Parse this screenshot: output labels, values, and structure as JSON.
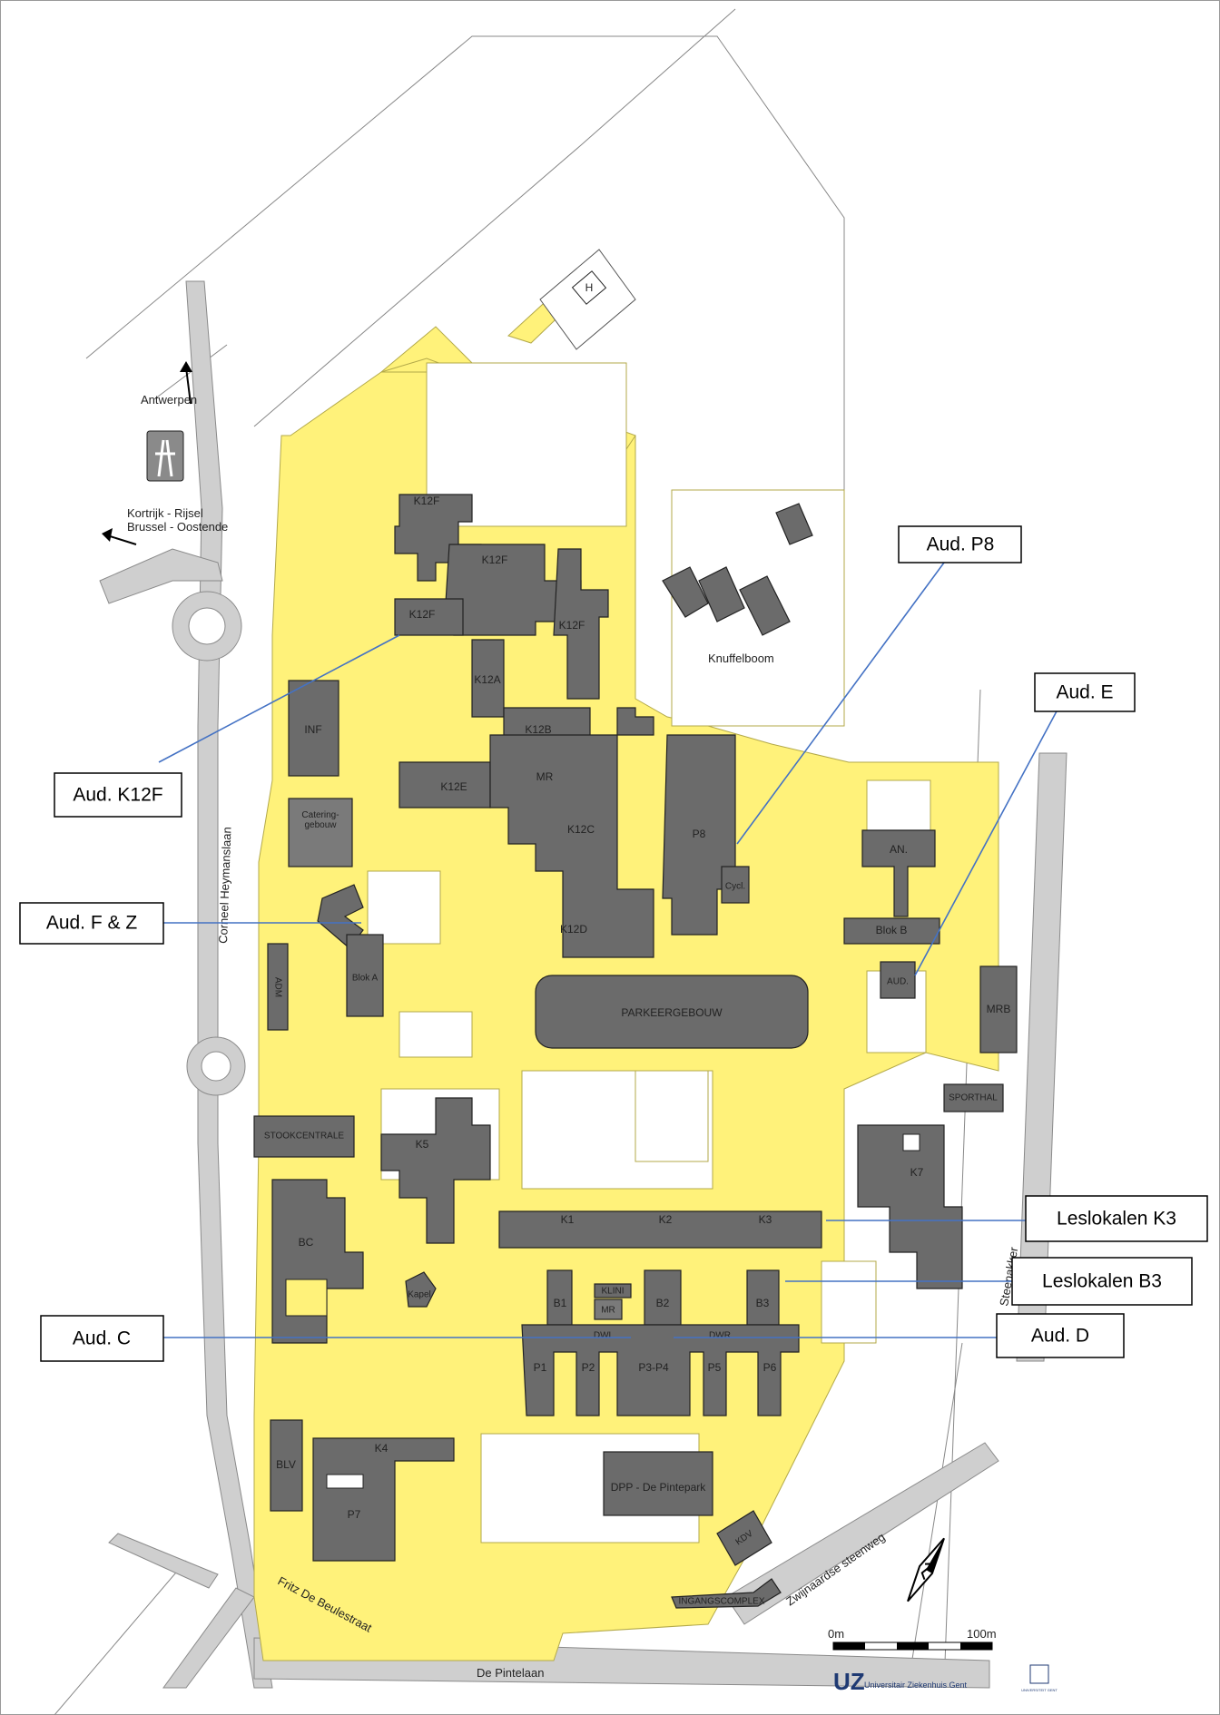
{
  "map": {
    "roads": {
      "antwerpen": "Antwerpen",
      "kortrijk_rijsel": "Kortrijk - Rijsel",
      "brussel_oostende": "Brussel - Oostende",
      "corneel_heymanslaan": "Corneel Heymanslaan",
      "fritz_de_beulestraat": "Fritz De Beulestraat",
      "de_pintelaan": "De Pintelaan",
      "zwijnaardse_steenweg": "Zwijnaardse steenweg",
      "steenakker": "Steenakker",
      "knuffelboom": "Knuffelboom"
    },
    "buildings": {
      "helipad": "H",
      "k12f_top": "K12F",
      "k12f_mid": "K12F",
      "k12f_left": "K12F",
      "k12f_right": "K12F",
      "k12a": "K12A",
      "k12b": "K12B",
      "k12e": "K12E",
      "mr_top": "MR",
      "k12c": "K12C",
      "k12d": "K12D",
      "inf": "INF",
      "catering": "Catering-\ngebouw",
      "p8": "P8",
      "cycl": "Cycl.",
      "an": "AN.",
      "blok_b": "Blok B",
      "aud": "AUD.",
      "mrb": "MRB",
      "adm": "ADM",
      "blok_a": "Blok A",
      "parkeergebouw": "PARKEERGEBOUW",
      "sporthal": "SPORTHAL",
      "stookcentrale": "STOOKCENTRALE",
      "k5": "K5",
      "k7": "K7",
      "k1": "K1",
      "k2": "K2",
      "k3": "K3",
      "bc": "BC",
      "kapel": "Kapel",
      "b1": "B1",
      "klini": "KLINI",
      "mr_bottom": "MR",
      "b2": "B2",
      "b3": "B3",
      "dwl": "DWL",
      "dwr": "DWR",
      "p1": "P1",
      "p2": "P2",
      "p3p4": "P3-P4",
      "p5": "P5",
      "p6": "P6",
      "k4": "K4",
      "blv": "BLV",
      "p7": "P7",
      "dpp": "DPP - De Pintepark",
      "kdv": "KDV",
      "ingangscomplex": "INGANGSCOMPLEX"
    },
    "callouts": {
      "aud_p8": "Aud. P8",
      "aud_e": "Aud. E",
      "aud_k12f": "Aud. K12F",
      "aud_fz": "Aud. F & Z",
      "leslokalen_k3": "Leslokalen K3",
      "leslokalen_b3": "Leslokalen B3",
      "aud_c": "Aud. C",
      "aud_d": "Aud. D"
    },
    "scale": {
      "start": "0m",
      "end": "100m"
    },
    "logo": {
      "uz": "UZ",
      "name": "Universitair Ziekenhuis Gent",
      "ugent": "UNIVERSITEIT GENT"
    },
    "colors": {
      "campus": "#fff27a",
      "building": "#6b6b6b",
      "road": "#cfcfcf",
      "leader": "#4472c4"
    }
  }
}
